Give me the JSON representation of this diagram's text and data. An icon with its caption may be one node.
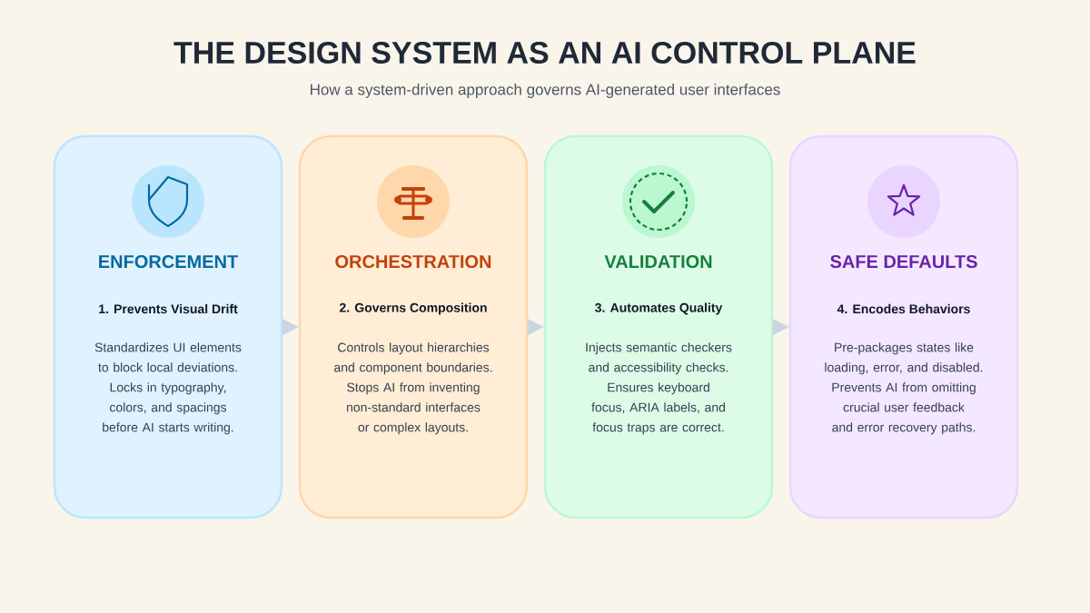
{
  "diagram": {
    "title": "THE DESIGN SYSTEM AS AN AI CONTROL PLANE",
    "caption": "How a system-driven approach governs AI-generated user interfaces",
    "nodes": [
      {
        "text": [
          "ENFORCEMENT",
          "1. Prevents Visual Drift",
          "Standardizes UI elements to block local deviations. Locks in typography, colors, and spacings before AI starts writing."
        ]
      },
      {
        "text": [
          "ORCHESTRATION",
          "2. Governs Composition",
          "Controls layout hierarchies and component boundaries. Stops AI from inventing non-standard interfaces or complex layouts."
        ]
      },
      {
        "text": [
          "VALIDATION",
          "3. Automates Quality",
          "Injects semantic checkers and accessibility checks. Ensures keyboard focus, ARIA labels, and focus traps are correct."
        ]
      },
      {
        "text": [
          "SAFE DEFAULTS",
          "4. Encodes Behaviors",
          "Pre-packages states like loading, error, and disabled. Prevents AI from omitting crucial user feedback and error recovery paths."
        ]
      }
    ],
    "edges": [
      {
        "from": 0,
        "to": 1,
        "arrow": "to"
      },
      {
        "from": 1,
        "to": 2,
        "arrow": "to"
      },
      {
        "from": 2,
        "to": 3,
        "arrow": "to"
      }
    ]
  }
}
